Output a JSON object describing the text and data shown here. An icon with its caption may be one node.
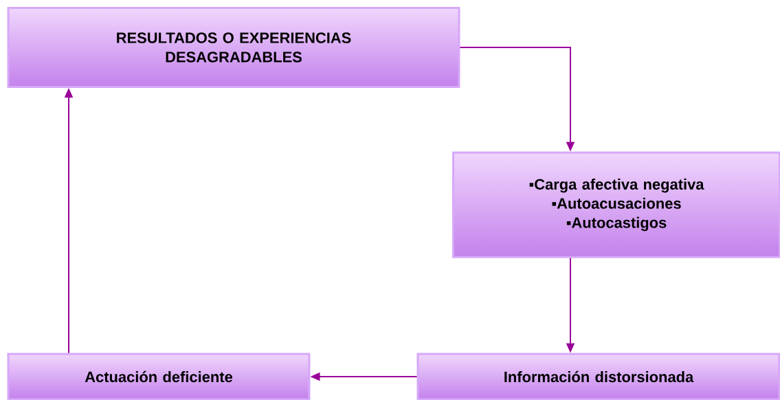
{
  "diagram": {
    "nodes": [
      {
        "text": [
          "RESULTADOS O EXPERIENCIAS DESAGRADABLES"
        ]
      },
      {
        "text": [
          "▪Carga afectiva negativa",
          "▪Autoacusaciones",
          "▪Autocastigos"
        ]
      },
      {
        "text": [
          "Información distorsionada"
        ]
      },
      {
        "text": [
          "Actuación deficiente"
        ]
      }
    ],
    "edges": [
      {
        "from": 0,
        "to": 1,
        "arrow": "to"
      },
      {
        "from": 1,
        "to": 2,
        "arrow": "to"
      },
      {
        "from": 2,
        "to": 3,
        "arrow": "to"
      },
      {
        "from": 3,
        "to": 0,
        "arrow": "to"
      }
    ]
  }
}
